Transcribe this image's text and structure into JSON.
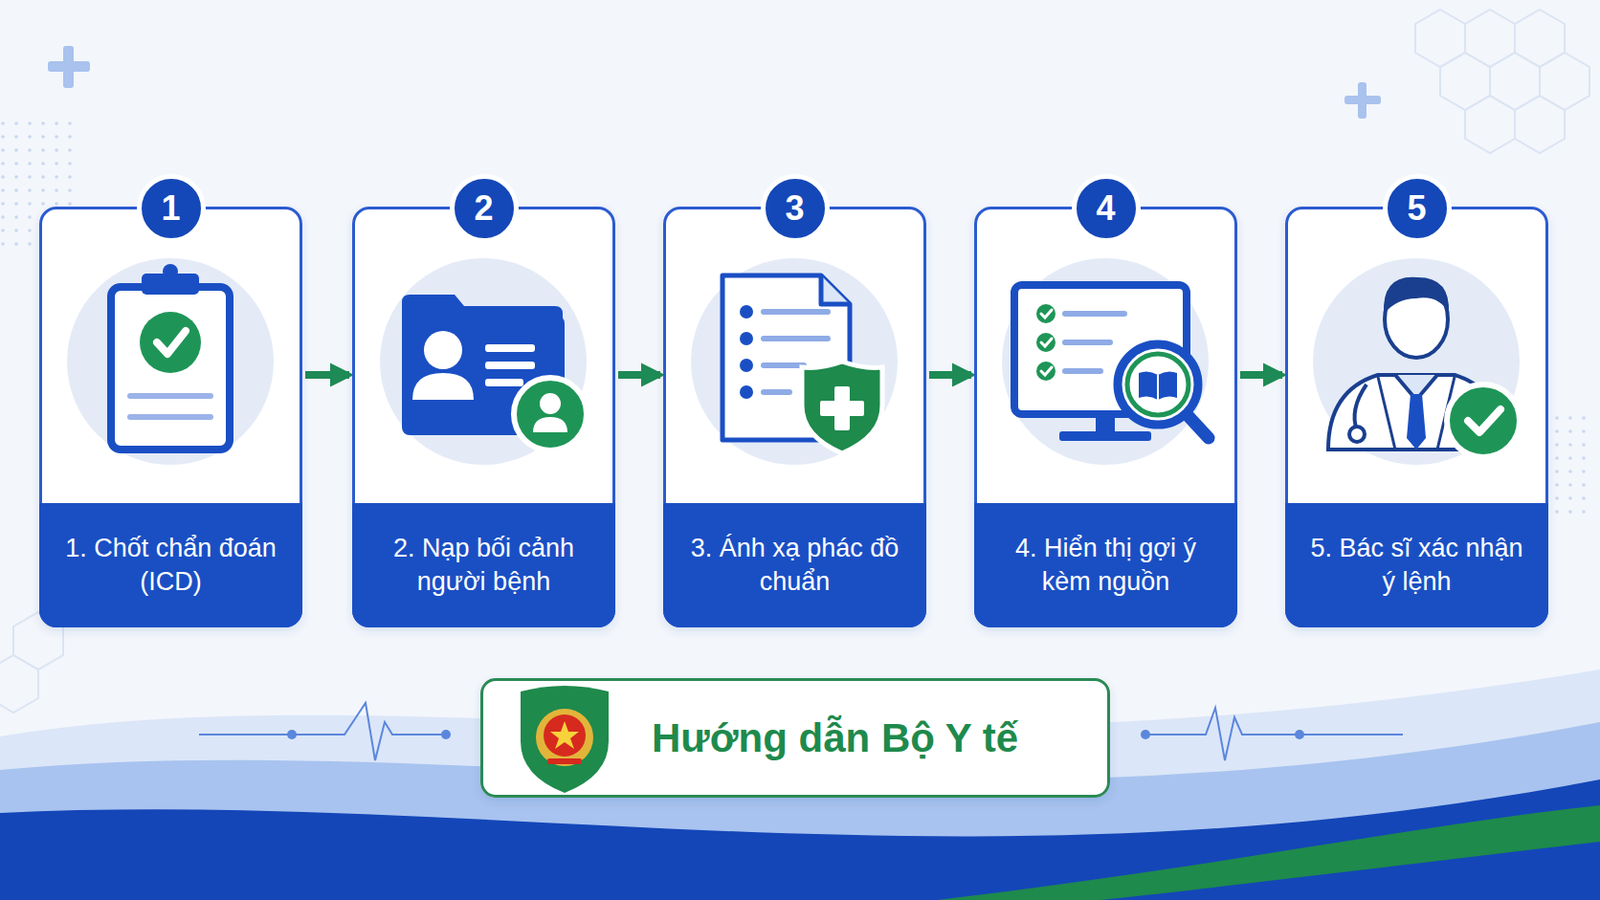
{
  "diagram": {
    "nodes": [
      {
        "text": [
          "1",
          "1. Chốt chẩn đoán (ICD)"
        ]
      },
      {
        "text": [
          "2",
          "2. Nạp bối cảnh người bệnh"
        ]
      },
      {
        "text": [
          "3",
          "3. Ánh xạ phác đồ chuẩn"
        ]
      },
      {
        "text": [
          "4",
          "4. Hiển thị gợi ý kèm nguồn"
        ]
      },
      {
        "text": [
          "5",
          "5. Bác sĩ xác nhận ý lệnh"
        ]
      },
      {
        "text": [
          "Hướng dẫn Bộ Y tế"
        ]
      }
    ],
    "edges": [
      {
        "from": 0,
        "to": 1,
        "arrow": "to"
      },
      {
        "from": 1,
        "to": 2,
        "arrow": "to"
      },
      {
        "from": 2,
        "to": 3,
        "arrow": "to"
      },
      {
        "from": 3,
        "to": 4,
        "arrow": "to"
      }
    ]
  }
}
